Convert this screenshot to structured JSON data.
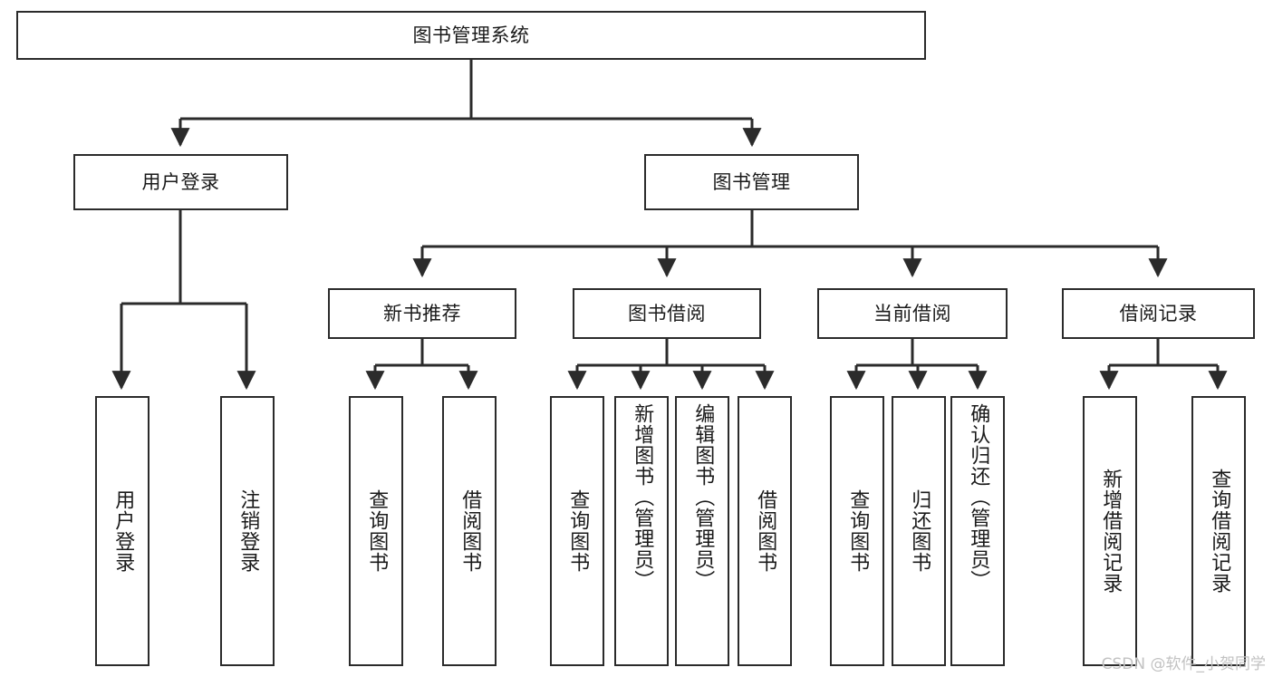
{
  "diagram": {
    "title": "图书管理系统",
    "type": "tree-hierarchy",
    "stroke_color": "#2b2b2b",
    "fill_color": "#ffffff",
    "text_color": "#1a1a1a",
    "root": {
      "label": "图书管理系统"
    },
    "level2": [
      {
        "label": "用户登录"
      },
      {
        "label": "图书管理"
      }
    ],
    "level3": [
      {
        "label": "新书推荐"
      },
      {
        "label": "图书借阅"
      },
      {
        "label": "当前借阅"
      },
      {
        "label": "借阅记录"
      }
    ],
    "leaves": {
      "user_login": [
        {
          "label": "用户登录"
        },
        {
          "label": "注销登录"
        }
      ],
      "new_book_recommend": [
        {
          "label": "查询图书"
        },
        {
          "label": "借阅图书"
        }
      ],
      "book_borrow": [
        {
          "label": "查询图书"
        },
        {
          "label": "新增图书（管理员）"
        },
        {
          "label": "编辑图书（管理员）"
        },
        {
          "label": "借阅图书"
        }
      ],
      "current_borrow": [
        {
          "label": "查询图书"
        },
        {
          "label": "归还图书"
        },
        {
          "label": "确认归还（管理员）"
        }
      ],
      "borrow_record": [
        {
          "label": "新增借阅记录"
        },
        {
          "label": "查询借阅记录"
        }
      ]
    }
  },
  "watermark": {
    "text": "CSDN @软件_小贺同学"
  }
}
